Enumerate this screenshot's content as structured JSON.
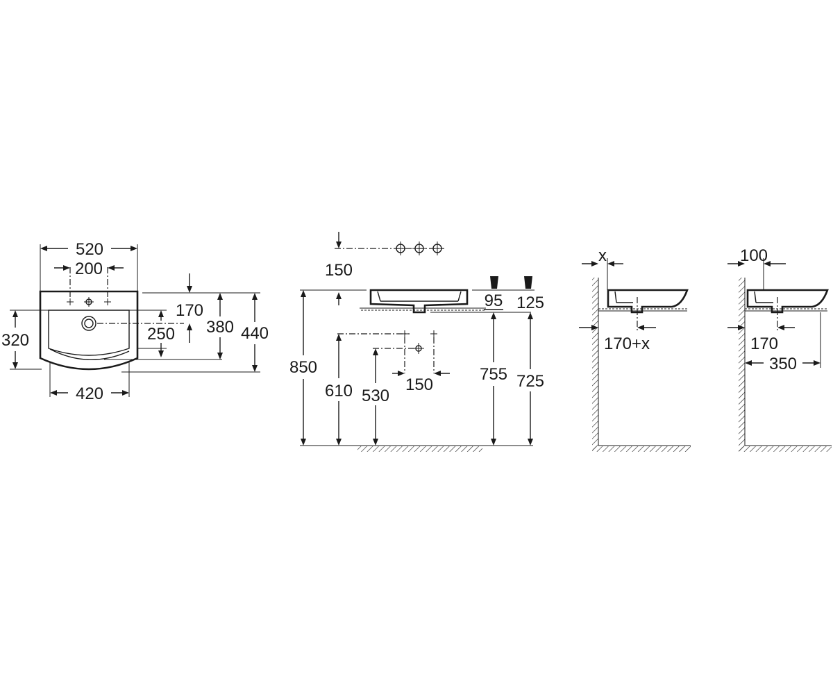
{
  "top_view": {
    "width_total": "520",
    "tap_spacing": "200",
    "depth_left": "320",
    "width_bottom": "420",
    "tap_offset": "170",
    "bowl_depth": "250",
    "depth_mid": "380",
    "depth_total": "440"
  },
  "front_view": {
    "tap_top_offset": "150",
    "height_total": "850",
    "supply_height": "610",
    "waste_height": "530",
    "supply_spacing": "150",
    "bowl_rim": "95",
    "bracket": "125",
    "rim_height_a": "755",
    "rim_height_b": "725"
  },
  "side_view_a": {
    "gap_label": "x",
    "projection_label": "170+x"
  },
  "side_view_b": {
    "gap_label": "100",
    "projection_label": "170",
    "depth_label": "350"
  }
}
